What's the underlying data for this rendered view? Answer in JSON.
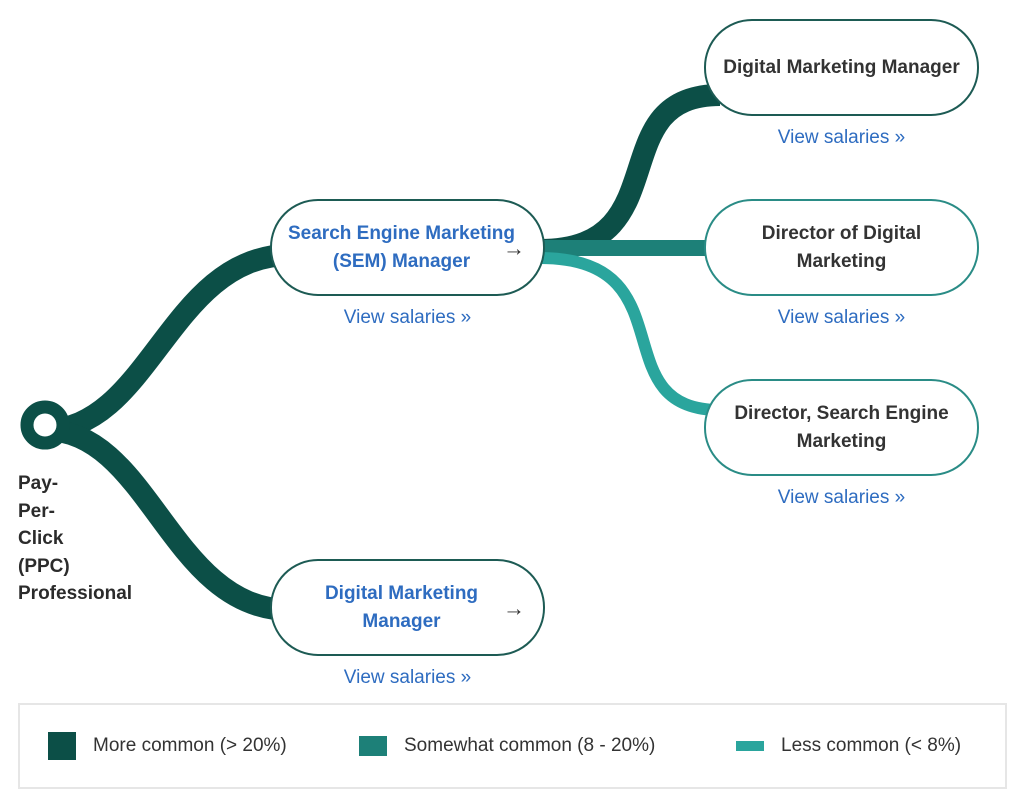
{
  "start": {
    "label": "Pay-\nPer-\nClick\n(PPC)\nProfessional"
  },
  "nodes": [
    {
      "title": "Search Engine Marketing (SEM) Manager",
      "link": "View salaries »"
    },
    {
      "title": "Digital Marketing Manager",
      "link": "View salaries »"
    },
    {
      "title": "Digital Marketing Manager",
      "link": "View salaries »"
    },
    {
      "title": "Director of Digital Marketing",
      "link": "View salaries »"
    },
    {
      "title": "Director, Search Engine Marketing",
      "link": "View salaries »"
    }
  ],
  "arrow_icon": "arrow-right-icon",
  "legend": [
    {
      "label": "More common (> 20%)",
      "color": "#0c4f47"
    },
    {
      "label": "Somewhat common (8 - 20%)",
      "color": "#1d8078"
    },
    {
      "label": "Less common (< 8%)",
      "color": "#2aa59d"
    }
  ]
}
